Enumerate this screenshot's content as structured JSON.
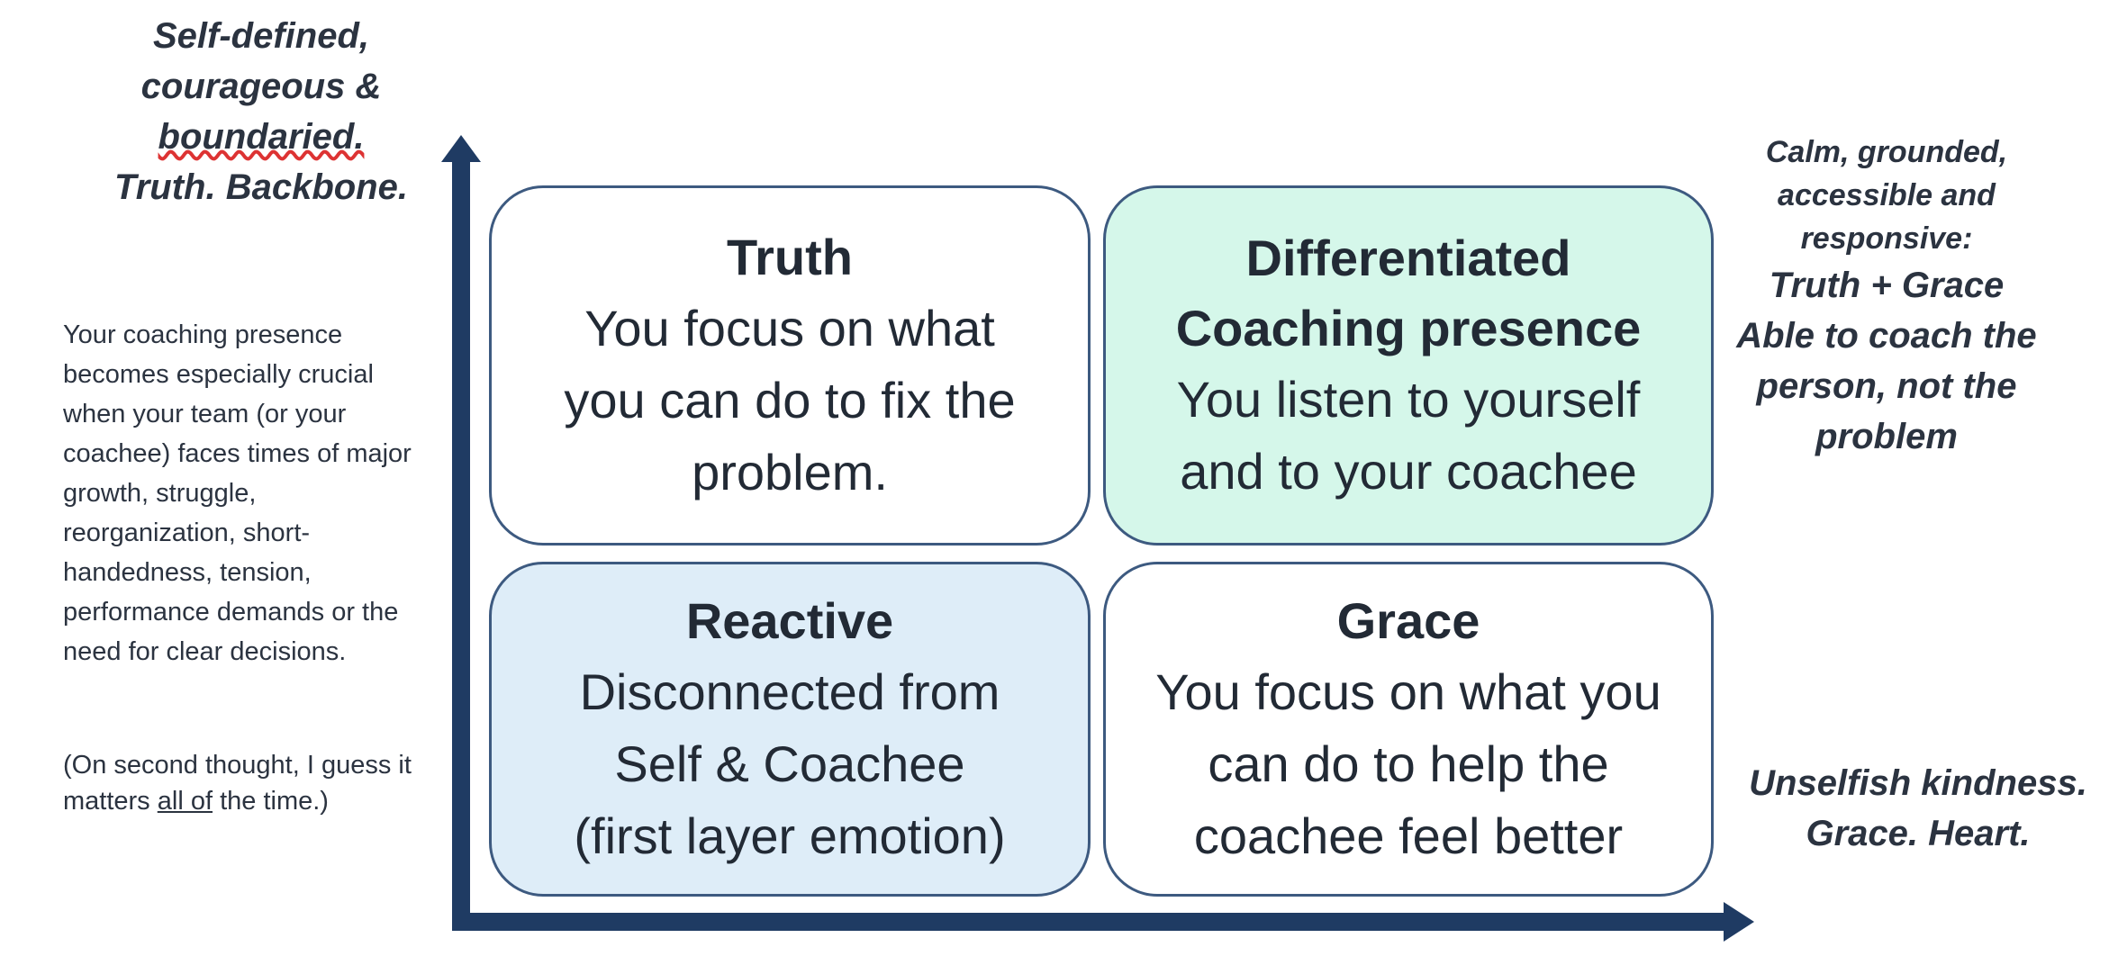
{
  "y_axis_top_label": {
    "line1": "Self-defined,",
    "line2": "courageous &",
    "line3": "boundaried.",
    "line4": "Truth. Backbone."
  },
  "side_note": "Your coaching presence becomes especially crucial when your team (or your coachee) faces times of major growth, struggle, reorganization, short-handedness, tension, performance demands or the need for clear decisions.",
  "side_aside": {
    "before": "(On second thought, I guess it matters ",
    "underlined": "all of",
    "after": " the time.)"
  },
  "quadrants": {
    "truth": {
      "title": "Truth",
      "body": "You focus on what you can do to fix the problem."
    },
    "differentiated": {
      "title": "Differentiated Coaching presence",
      "body": "You listen to yourself and to your coachee"
    },
    "reactive": {
      "title": "Reactive",
      "body_line1": "Disconnected from",
      "body_line2": "Self & Coachee",
      "body_line3": "(first layer emotion)"
    },
    "grace": {
      "title": "Grace",
      "body": "You focus on what you can do to help the coachee feel better"
    }
  },
  "right_top_label": {
    "sub": "Calm, grounded, accessible and responsive:",
    "main1": "Truth + Grace",
    "main2": "Able to coach the person, not the problem"
  },
  "x_axis_right_label": {
    "line1": "Unselfish kindness.",
    "line2": "Grace. Heart."
  },
  "colors": {
    "axis": "#1f3b63",
    "quadrant_border": "#3d5a80",
    "differentiated_fill": "#d5f7ea",
    "reactive_fill": "#deedf8"
  },
  "icons": {
    "y_axis_arrow": "arrow-up",
    "x_axis_arrow": "arrow-right"
  }
}
